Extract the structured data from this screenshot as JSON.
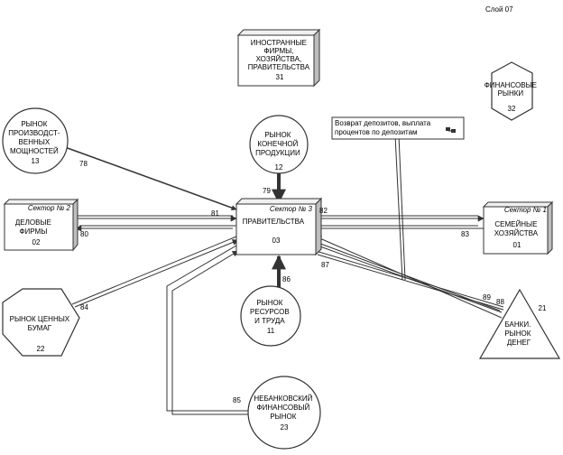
{
  "layer_label": "Слой 07",
  "nodes": {
    "foreign": {
      "lines": [
        "ИНОСТРАННЫЕ",
        "ФИРМЫ,",
        "ХОЗЯЙСТВА,",
        "ПРАВИТЕЛЬСТВА"
      ],
      "num": "31"
    },
    "fin_markets": {
      "lines": [
        "ФИНАНСОВЫЕ",
        "РЫНКИ"
      ],
      "num": "32"
    },
    "capacity_market": {
      "lines": [
        "РЫНОК",
        "ПРОИЗВОДСТ-",
        "ВЕННЫХ",
        "МОЩНОСТЕЙ"
      ],
      "num": "13"
    },
    "final_product": {
      "lines": [
        "РЫНОК",
        "КОНЕЧНОЙ",
        "ПРОДУКЦИИ"
      ],
      "num": "12"
    },
    "business": {
      "sector": "Сектор № 2",
      "lines": [
        "ДЕЛОВЫЕ",
        "ФИРМЫ"
      ],
      "num": "02"
    },
    "government": {
      "sector": "Сектор № 3",
      "lines": [
        "ПРАВИТЕЛЬСТВА"
      ],
      "num": "03"
    },
    "households": {
      "sector": "Сектор № 1",
      "lines": [
        "СЕМЕЙНЫЕ",
        "ХОЗЯЙСТВА"
      ],
      "num": "01"
    },
    "securities": {
      "lines": [
        "РЫНОК ЦЕННЫХ",
        "БУМАГ"
      ],
      "num": "22"
    },
    "resources": {
      "lines": [
        "РЫНОК",
        "РЕСУРСОВ",
        "И ТРУДА"
      ],
      "num": "11"
    },
    "banks": {
      "lines": [
        "БАНКИ.",
        "РЫНОК",
        "ДЕНЕГ"
      ],
      "num": "21"
    },
    "nonbank": {
      "lines": [
        "НЕБАНКОВСКИЙ",
        "ФИНАНСОВЫЙ",
        "РЫНОК"
      ],
      "num": "23"
    }
  },
  "callout": {
    "lines": [
      "Возврат депозитов, выплата",
      "процентов по депозитам"
    ]
  },
  "flows": [
    "78",
    "79",
    "81",
    "80",
    "82",
    "83",
    "84",
    "86",
    "87",
    "89",
    "88",
    "85"
  ]
}
